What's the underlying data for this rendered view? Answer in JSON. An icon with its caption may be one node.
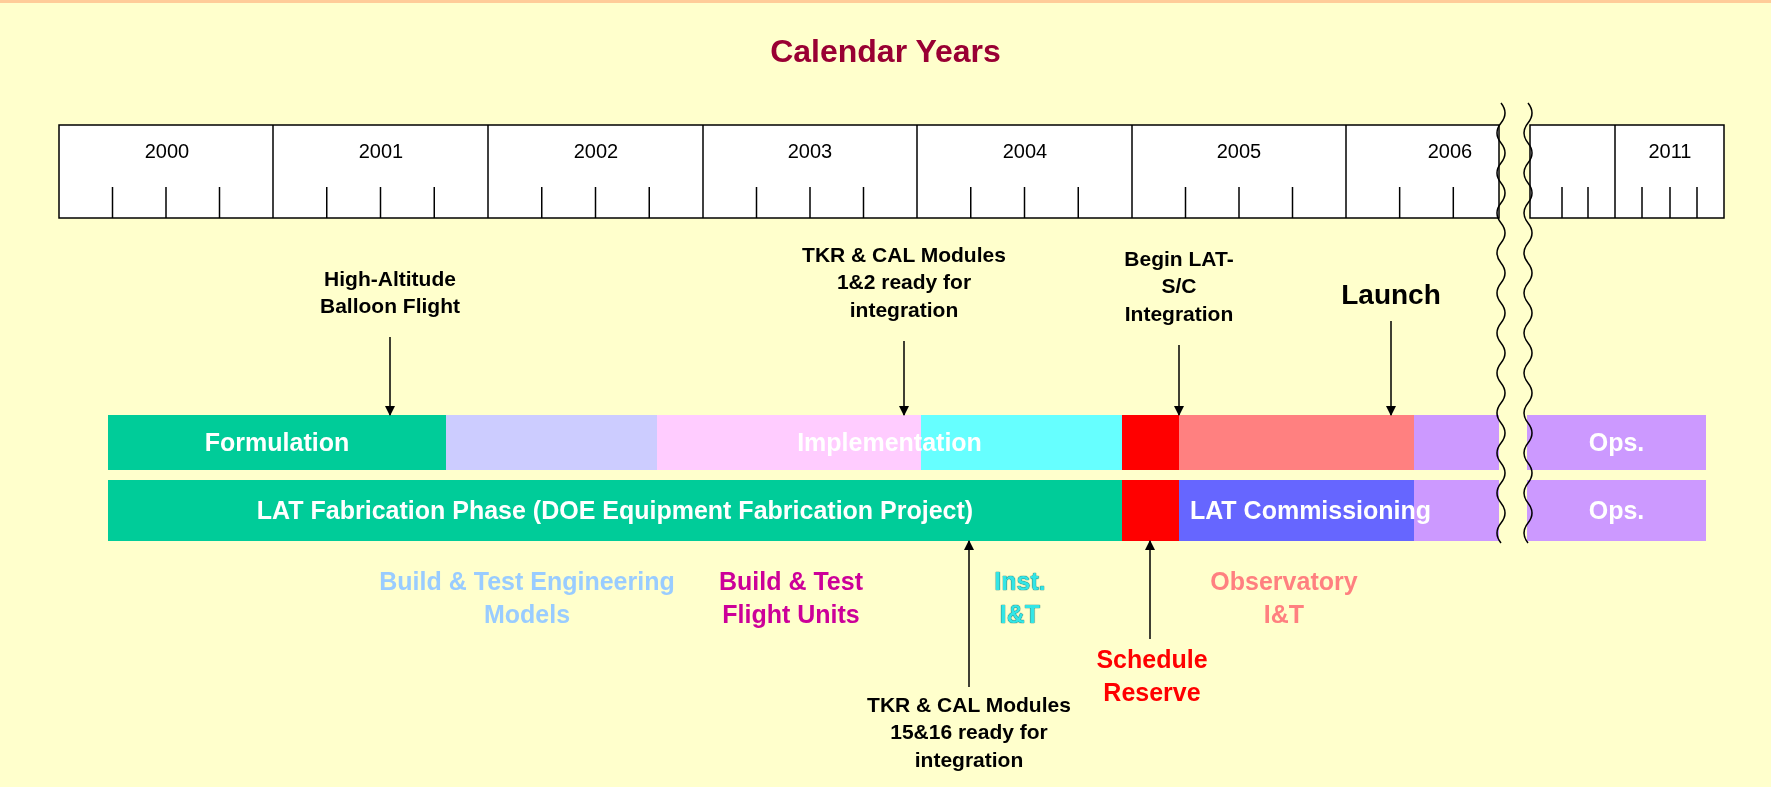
{
  "diagram": {
    "title": "Calendar Years",
    "nodes": [
      {
        "text": [
          "High-Altitude Balloon Flight"
        ]
      },
      {
        "text": [
          "TKR & CAL Modules 1&2 ready for integration"
        ]
      },
      {
        "text": [
          "Begin LAT-S/C Integration"
        ]
      },
      {
        "text": [
          "Launch"
        ]
      },
      {
        "text": [
          "Formulation"
        ]
      },
      {
        "text": [],
        "shape": "box"
      },
      {
        "text": [
          "Implementation"
        ]
      },
      {
        "text": [],
        "shape": "box"
      },
      {
        "text": [],
        "shape": "box"
      },
      {
        "text": [],
        "shape": "box"
      },
      {
        "text": [
          "Ops."
        ]
      },
      {
        "text": [
          "LAT Fabrication Phase  (DOE Equipment Fabrication Project)"
        ]
      },
      {
        "text": [
          "LAT Commissioning"
        ]
      },
      {
        "text": [
          "Ops."
        ]
      },
      {
        "text": [
          "Schedule Reserve"
        ]
      },
      {
        "text": [
          "TKR & CAL Modules 15&16 ready for integration"
        ]
      }
    ],
    "edges": [
      {
        "from": 0,
        "to": 4,
        "arrow": "to"
      },
      {
        "from": 1,
        "to": 6,
        "arrow": "to"
      },
      {
        "from": 2,
        "to": 8,
        "arrow": "to"
      },
      {
        "from": 3,
        "to": 8,
        "arrow": "to"
      },
      {
        "from": 14,
        "to": 12,
        "arrow": "to"
      },
      {
        "from": 15,
        "to": 11,
        "arrow": "to"
      }
    ],
    "labels": [
      "2000",
      "2001",
      "2002",
      "2003",
      "2004",
      "2005",
      "2006",
      "2011",
      "Build & Test Engineering Models",
      "Build & Test Flight Units",
      "Inst. I&T",
      "Observatory I&T"
    ]
  }
}
